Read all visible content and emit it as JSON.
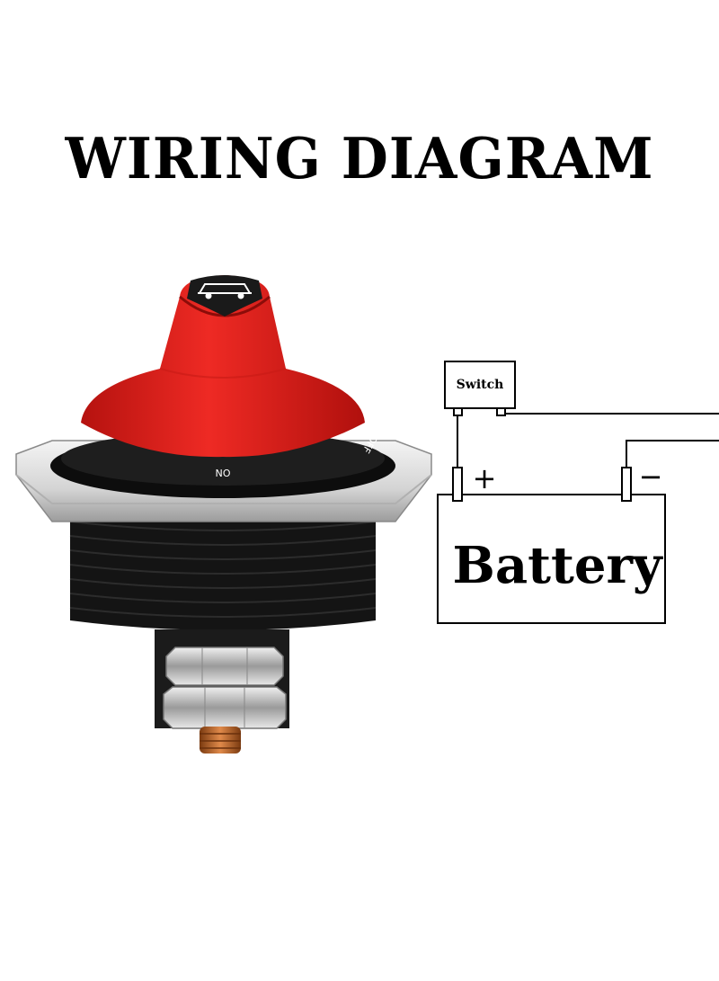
{
  "title": "WIRING DIAGRAM",
  "product": {
    "knob_color": "#e0201c",
    "body_color": "#111111",
    "plate_color": "#d9d9d9",
    "labels": {
      "on": "ON",
      "off": "OFF"
    },
    "icon": "car-icon"
  },
  "diagram": {
    "switch_label": "Switch",
    "battery_label": "Battery",
    "positive_symbol": "+",
    "negative_symbol": "−"
  }
}
